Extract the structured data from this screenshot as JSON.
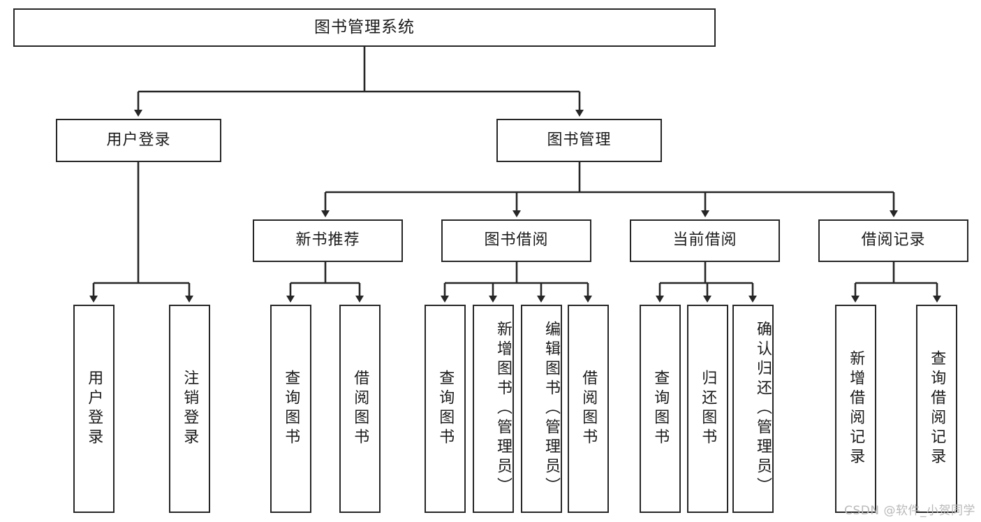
{
  "diagram": {
    "title": "图书管理系统",
    "type": "hierarchy-tree",
    "watermark": "CSDN @软件_小贺同学",
    "colors": {
      "stroke": "#262626",
      "fill": "#ffffff",
      "text": "#1a1a1a",
      "watermark": "#b9b9b9"
    },
    "root": {
      "label": "图书管理系统"
    },
    "level1": [
      {
        "label": "用户登录"
      },
      {
        "label": "图书管理"
      }
    ],
    "level2": [
      {
        "label": "新书推荐"
      },
      {
        "label": "图书借阅"
      },
      {
        "label": "当前借阅"
      },
      {
        "label": "借阅记录"
      }
    ],
    "leaves": {
      "user_login": [
        {
          "label": "用户登录"
        },
        {
          "label": "注销登录"
        }
      ],
      "new_book_recommend": [
        {
          "label": "查询图书"
        },
        {
          "label": "借阅图书"
        }
      ],
      "book_borrow": [
        {
          "label": "查询图书"
        },
        {
          "label": "新增图书（管理员）"
        },
        {
          "label": "编辑图书（管理员）"
        },
        {
          "label": "借阅图书"
        }
      ],
      "current_borrow": [
        {
          "label": "查询图书"
        },
        {
          "label": "归还图书"
        },
        {
          "label": "确认归还（管理员）"
        }
      ],
      "borrow_record": [
        {
          "label": "新增借阅记录"
        },
        {
          "label": "查询借阅记录"
        }
      ]
    }
  }
}
